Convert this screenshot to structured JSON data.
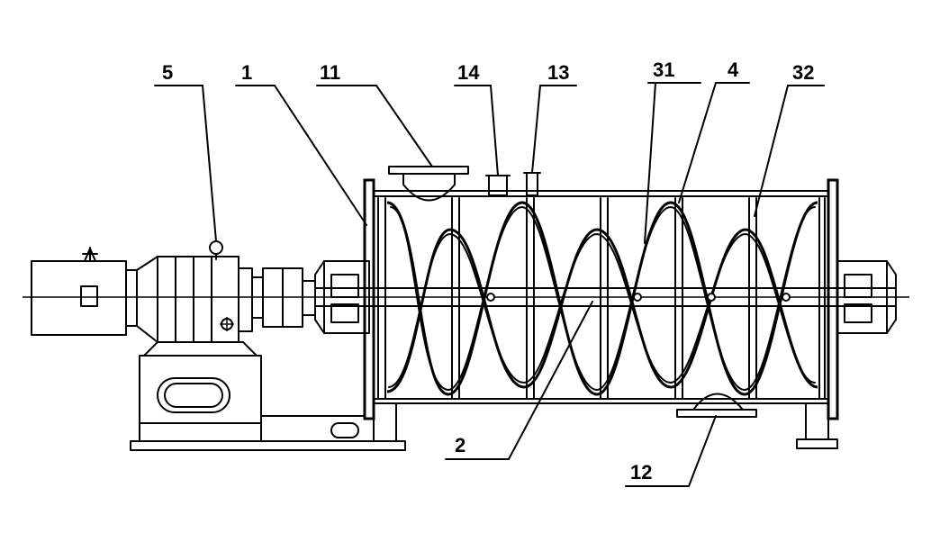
{
  "labels": {
    "l5": "5",
    "l1": "1",
    "l11": "11",
    "l14": "14",
    "l13": "13",
    "l31": "31",
    "l4": "4",
    "l32": "32",
    "l2": "2",
    "l12": "12"
  },
  "colors": {
    "line": "#000000",
    "background": "#ffffff"
  }
}
